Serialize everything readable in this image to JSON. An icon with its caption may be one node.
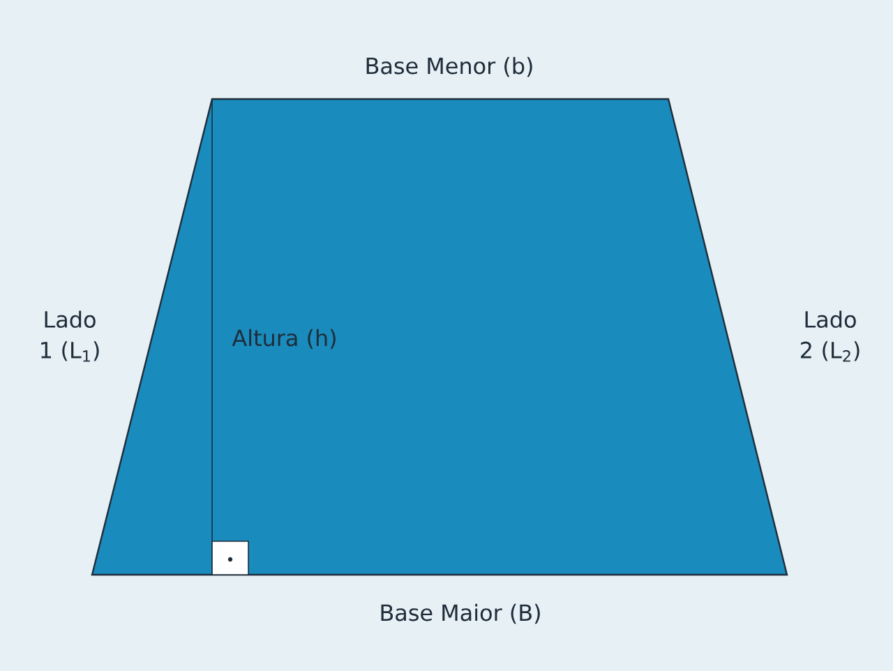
{
  "diagram": {
    "labels": [
      "Base Menor (b)",
      "Lado 1 (L$_{1}$)",
      "Altura (h)",
      "Lado 2 (L$_{2}$)",
      "Base Maior (B)"
    ]
  }
}
